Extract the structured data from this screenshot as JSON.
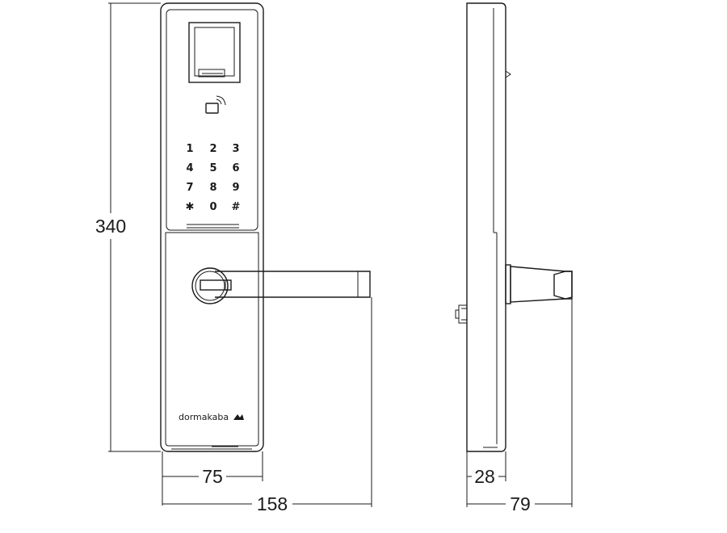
{
  "dimensions": {
    "height": "340",
    "lock_body_width": "75",
    "total_width": "158",
    "side_body_depth": "28",
    "side_total_depth": "79"
  },
  "keypad": {
    "keys": [
      "1",
      "2",
      "3",
      "4",
      "5",
      "6",
      "7",
      "8",
      "9",
      "✱",
      "0",
      "#"
    ]
  },
  "brand": {
    "logo_text": "dormakaba"
  },
  "icons": {
    "card_reader": "nfc-card-icon",
    "fingerprint": "fingerprint-sensor-icon",
    "brand_mark": "dormakaba-logo-icon"
  }
}
